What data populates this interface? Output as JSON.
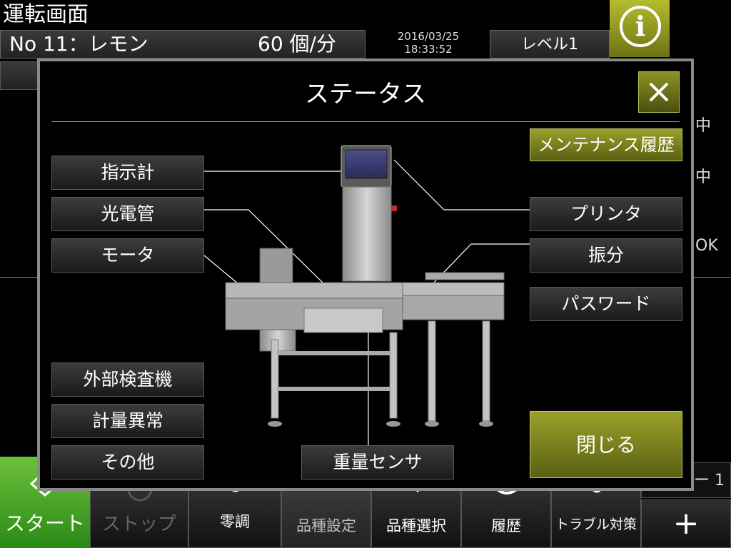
{
  "screen": {
    "title": "運転画面"
  },
  "product": {
    "name": "No 11：レモン",
    "rate": "60 個/分"
  },
  "datetime": {
    "date": "2016/03/25",
    "time": "18:33:52"
  },
  "level": "レベル1",
  "info_glyph": "i",
  "side_status": [
    "中",
    "中",
    "OK"
  ],
  "counter": "ー 1",
  "bottom_nav": {
    "start": "スタート",
    "stop": "ストップ",
    "zero": "零調",
    "product_settings": "品種設定",
    "product_select": "品種選択",
    "history": "履歴",
    "trouble": "トラブル対策",
    "plus": "+"
  },
  "modal": {
    "title": "ステータス",
    "close_glyph": "✕",
    "maintenance_history": "メンテナンス履歴",
    "close_button": "閉じる",
    "left_buttons": [
      "指示計",
      "光電管",
      "モータ"
    ],
    "left_bottom_buttons": [
      "外部検査機",
      "計量異常",
      "その他"
    ],
    "right_buttons": [
      "プリンタ",
      "振分",
      "パスワード"
    ],
    "bottom_center_button": "重量センサ"
  },
  "colors": {
    "accent_olive": "#8d9326",
    "start_green": "#4aa82a",
    "frame_gray": "#8a8a8a"
  },
  "icons": {
    "info": "info-icon",
    "close": "close-x-icon",
    "plus": "plus-icon"
  }
}
